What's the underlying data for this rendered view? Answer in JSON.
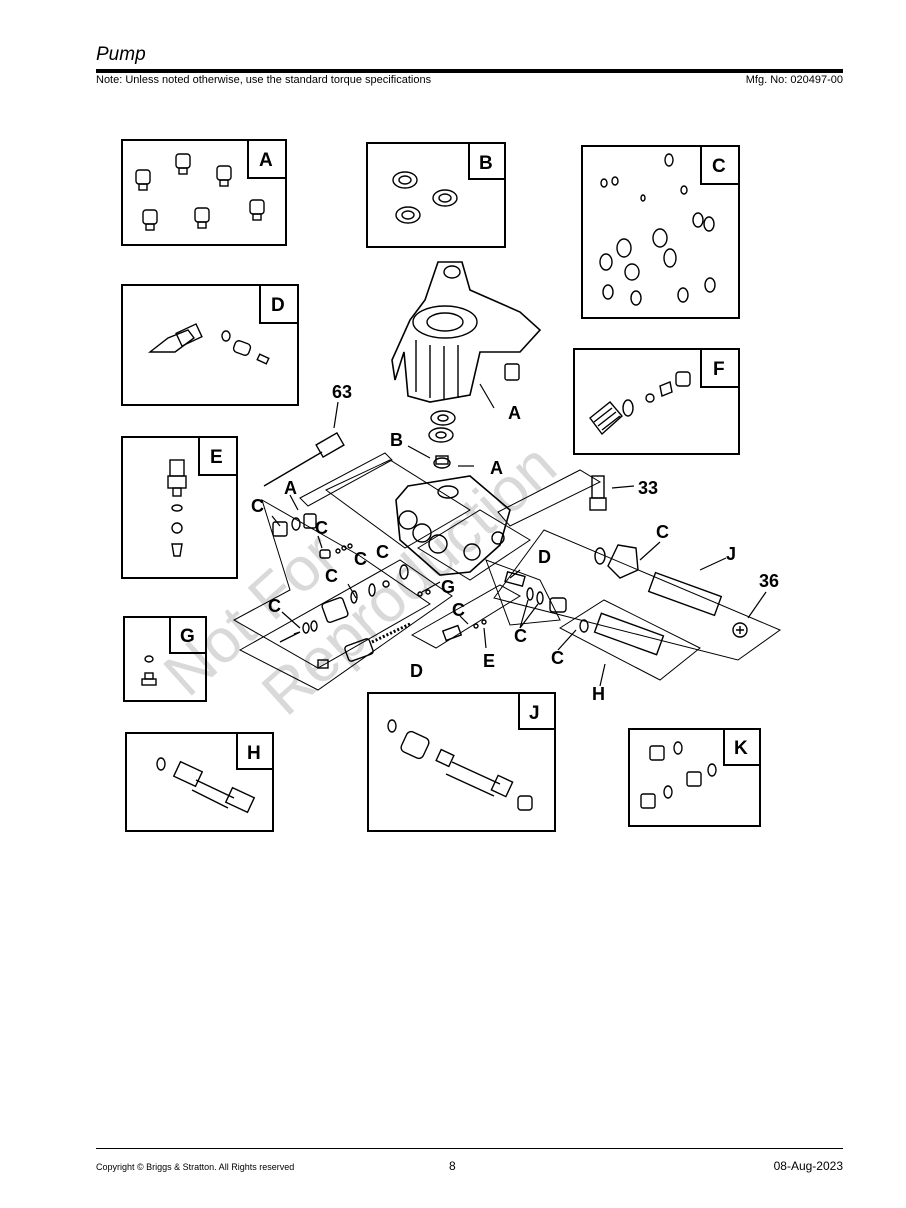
{
  "header": {
    "title": "Pump",
    "note": "Note: Unless noted otherwise, use the standard torque specifications",
    "mfg": "Mfg. No: 020497-00"
  },
  "footer": {
    "copyright": "Copyright ©  Briggs & Stratton. All Rights reserved",
    "page": "8",
    "date": "08-Aug-2023"
  },
  "watermark": {
    "line1": "Not For",
    "line2": "Reproduction"
  },
  "kits": {
    "A": "A",
    "B": "B",
    "C": "C",
    "D": "D",
    "E": "E",
    "F": "F",
    "G": "G",
    "H": "H",
    "J": "J",
    "K": "K"
  },
  "callouts": {
    "p63": "63",
    "p33": "33",
    "p36": "36",
    "A": "A",
    "B": "B",
    "C": "C",
    "D": "D",
    "E": "E",
    "G": "G",
    "H": "H",
    "J": "J"
  }
}
